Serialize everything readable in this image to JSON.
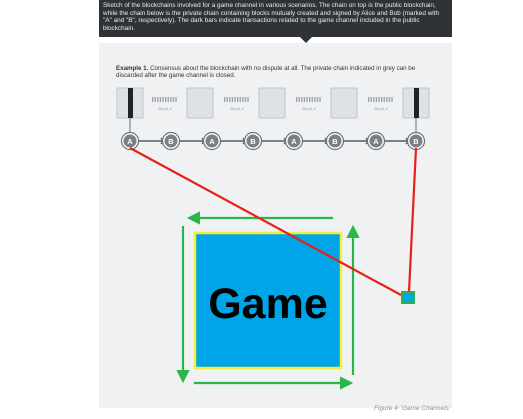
{
  "tooltip": {
    "text": "Sketch of the blockchains involved for a game channel in various scenarios. The chain on top is the public blockchain, while the chain below is the private chain containing blocks mutually created and signed by Alice and Bob (marked with \"A\" and \"B\", respectively). The dark bars indicate transactions related to the game channel included in the public blockchain."
  },
  "example": {
    "label": "Example 1.",
    "text": " Consensus about the blockchain with no dispute at all. The private chain indicated in grey can be discarded after the game channel is closed."
  },
  "public_chain": {
    "block_label": "Block #",
    "blocks": [
      "dark",
      "light",
      "light",
      "light",
      "light",
      "dark"
    ]
  },
  "private_chain": {
    "nodes": [
      "A",
      "B",
      "A",
      "B",
      "A",
      "B",
      "A",
      "B"
    ]
  },
  "game": {
    "label": "Game",
    "fill_color": "#00a5e8",
    "border_color": "#f0f03c",
    "arrow_color": "#2ab548"
  },
  "colors": {
    "pointer_line": "#e8201a",
    "marker_fill": "#00a5e8",
    "marker_border": "#2ab548"
  },
  "caption": "Figure 4 ´Game Channels´"
}
